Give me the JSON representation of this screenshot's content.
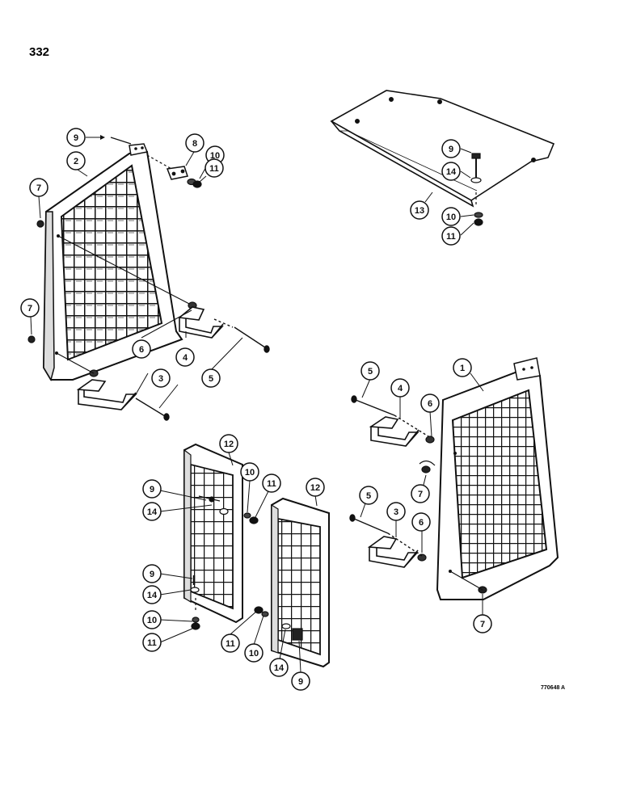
{
  "page_number": "332",
  "figure_code": "770648 A",
  "callouts": [
    {
      "id": "c-9-a",
      "num": "9"
    },
    {
      "id": "c-2",
      "num": "2"
    },
    {
      "id": "c-8",
      "num": "8"
    },
    {
      "id": "c-10-a",
      "num": "10"
    },
    {
      "id": "c-11-a",
      "num": "11"
    },
    {
      "id": "c-7-a",
      "num": "7"
    },
    {
      "id": "c-7-b",
      "num": "7"
    },
    {
      "id": "c-6-a",
      "num": "6"
    },
    {
      "id": "c-4-a",
      "num": "4"
    },
    {
      "id": "c-3-a",
      "num": "3"
    },
    {
      "id": "c-5-a",
      "num": "5"
    },
    {
      "id": "c-9-b",
      "num": "9"
    },
    {
      "id": "c-14-a",
      "num": "14"
    },
    {
      "id": "c-13",
      "num": "13"
    },
    {
      "id": "c-10-b",
      "num": "10"
    },
    {
      "id": "c-11-b",
      "num": "11"
    },
    {
      "id": "c-1",
      "num": "1"
    },
    {
      "id": "c-5-b",
      "num": "5"
    },
    {
      "id": "c-4-b",
      "num": "4"
    },
    {
      "id": "c-6-b",
      "num": "6"
    },
    {
      "id": "c-7-c",
      "num": "7"
    },
    {
      "id": "c-5-c",
      "num": "5"
    },
    {
      "id": "c-3-b",
      "num": "3"
    },
    {
      "id": "c-6-c",
      "num": "6"
    },
    {
      "id": "c-7-d",
      "num": "7"
    },
    {
      "id": "c-12-a",
      "num": "12"
    },
    {
      "id": "c-12-b",
      "num": "12"
    },
    {
      "id": "c-9-c",
      "num": "9"
    },
    {
      "id": "c-14-b",
      "num": "14"
    },
    {
      "id": "c-10-c",
      "num": "10"
    },
    {
      "id": "c-11-c",
      "num": "11"
    },
    {
      "id": "c-9-d",
      "num": "9"
    },
    {
      "id": "c-14-c",
      "num": "14"
    },
    {
      "id": "c-10-d",
      "num": "10"
    },
    {
      "id": "c-11-d",
      "num": "11"
    },
    {
      "id": "c-11-e",
      "num": "11"
    },
    {
      "id": "c-10-e",
      "num": "10"
    },
    {
      "id": "c-14-d",
      "num": "14"
    },
    {
      "id": "c-9-e",
      "num": "9"
    }
  ]
}
